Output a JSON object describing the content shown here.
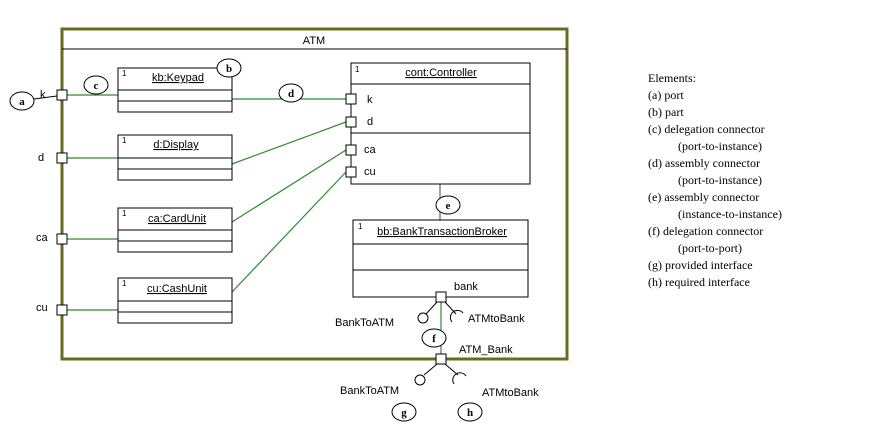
{
  "diagram": {
    "component_name": "ATM",
    "outer_ports": [
      "k",
      "d",
      "ca",
      "cu"
    ],
    "parts": {
      "keypad": {
        "multiplicity": "1",
        "name": "kb:Keypad"
      },
      "display": {
        "multiplicity": "1",
        "name": "d:Display"
      },
      "cardunit": {
        "multiplicity": "1",
        "name": "ca:CardUnit"
      },
      "cashunit": {
        "multiplicity": "1",
        "name": "cu:CashUnit"
      },
      "controller": {
        "multiplicity": "1",
        "name": "cont:Controller",
        "ports": [
          "k",
          "d",
          "ca",
          "cu"
        ]
      },
      "broker": {
        "multiplicity": "1",
        "name": "bb:BankTransactionBroker",
        "port": "bank"
      }
    },
    "interfaces": {
      "inner_provided": "BankToATM",
      "inner_required": "ATMtoBank",
      "outer_port": "ATM_Bank",
      "outer_provided": "BankToATM",
      "outer_required": "ATMtoBank"
    },
    "markers": [
      "a",
      "b",
      "c",
      "d",
      "e",
      "f",
      "g",
      "h"
    ]
  },
  "legend": {
    "title": "Elements:",
    "items": [
      {
        "main": "(a) port"
      },
      {
        "main": "(b) part"
      },
      {
        "main": "(c) delegation connector",
        "sub": "(port-to-instance)"
      },
      {
        "main": "(d) assembly connector",
        "sub": "(port-to-instance)"
      },
      {
        "main": "(e) assembly connector",
        "sub": "(instance-to-instance)"
      },
      {
        "main": "(f) delegation connector",
        "sub": "(port-to-port)"
      },
      {
        "main": "(g) provided interface"
      },
      {
        "main": "(h) required interface"
      }
    ]
  },
  "colors": {
    "frame": "#6b6b1f",
    "connector": "#2e8b2e",
    "line": "#000000"
  }
}
